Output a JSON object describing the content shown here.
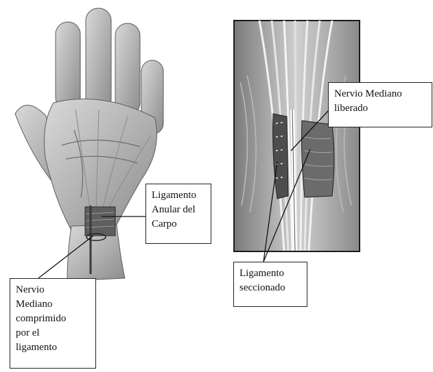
{
  "labels": {
    "ligamento_anular": [
      "Ligamento",
      "Anular del",
      "Carpo"
    ],
    "nervio_liberado": [
      "Nervio Mediano",
      "liberado"
    ],
    "ligamento_seccionado": [
      "Ligamento",
      "seccionado"
    ],
    "nervio_comprimido": [
      "Nervio",
      "Mediano",
      "comprimido",
      "por el",
      "ligamento"
    ]
  }
}
